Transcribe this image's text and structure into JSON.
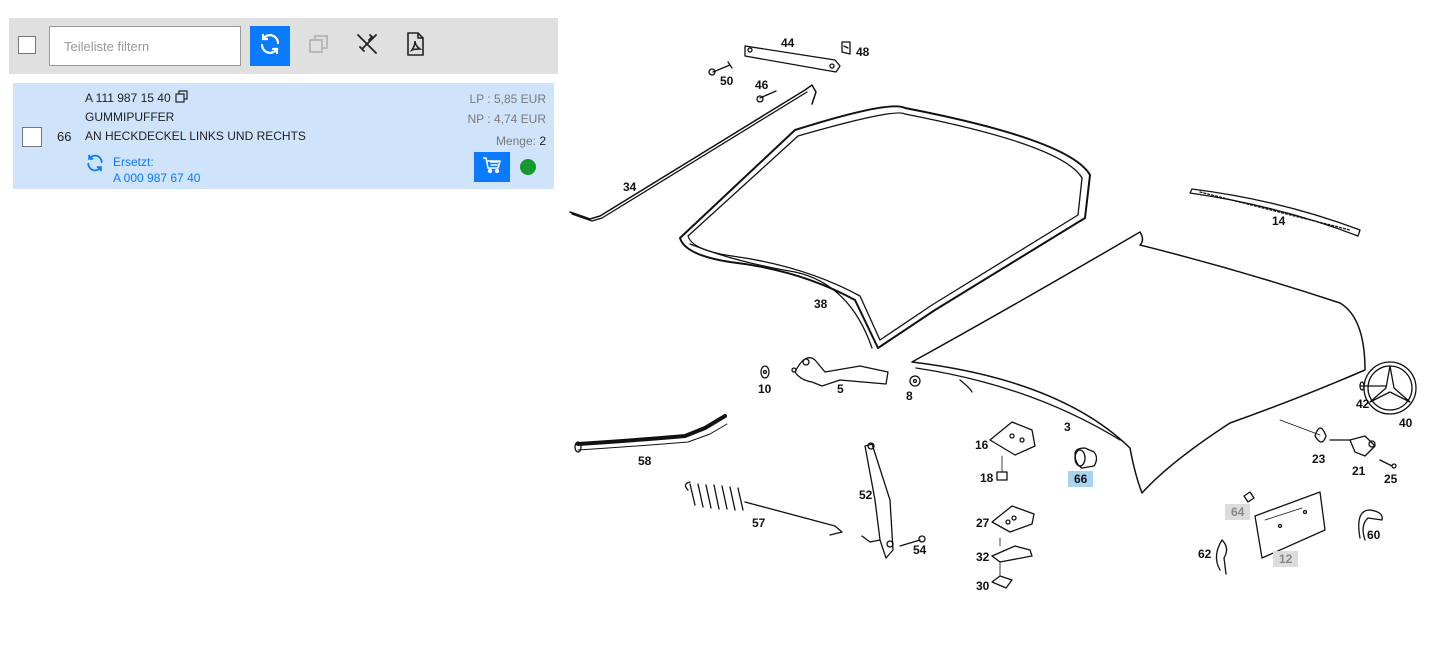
{
  "toolbar": {
    "filter_placeholder": "Teileliste filtern",
    "accent_color": "#0a7bff"
  },
  "part": {
    "position": "66",
    "number": "A 111 987 15 40",
    "name": "GUMMIPUFFER",
    "description": "AN HECKDECKEL LINKS UND RECHTS",
    "replaced_label": "Ersetzt:",
    "replaced_number": "A 000 987 67 40",
    "lp": "LP : 5,85 EUR",
    "np": "NP : 4,74 EUR",
    "qty_label": "Menge:",
    "qty_value": "2",
    "status_color": "#139a2d",
    "row_color": "#cfe3fa"
  },
  "diagram": {
    "callouts": {
      "c44": "44",
      "c48": "48",
      "c50": "50",
      "c46": "46",
      "c34": "34",
      "c14": "14",
      "c38": "38",
      "c10": "10",
      "c5": "5",
      "c8": "8",
      "c42": "42",
      "c40": "40",
      "c3": "3",
      "c16": "16",
      "c18": "18",
      "c66": "66",
      "c23": "23",
      "c21": "21",
      "c25": "25",
      "c58": "58",
      "c52": "52",
      "c57": "57",
      "c54": "54",
      "c27": "27",
      "c32": "32",
      "c30": "30",
      "c64": "64",
      "c12": "12",
      "c62": "62",
      "c60": "60"
    },
    "highlight_color": "#a9d4ef"
  }
}
